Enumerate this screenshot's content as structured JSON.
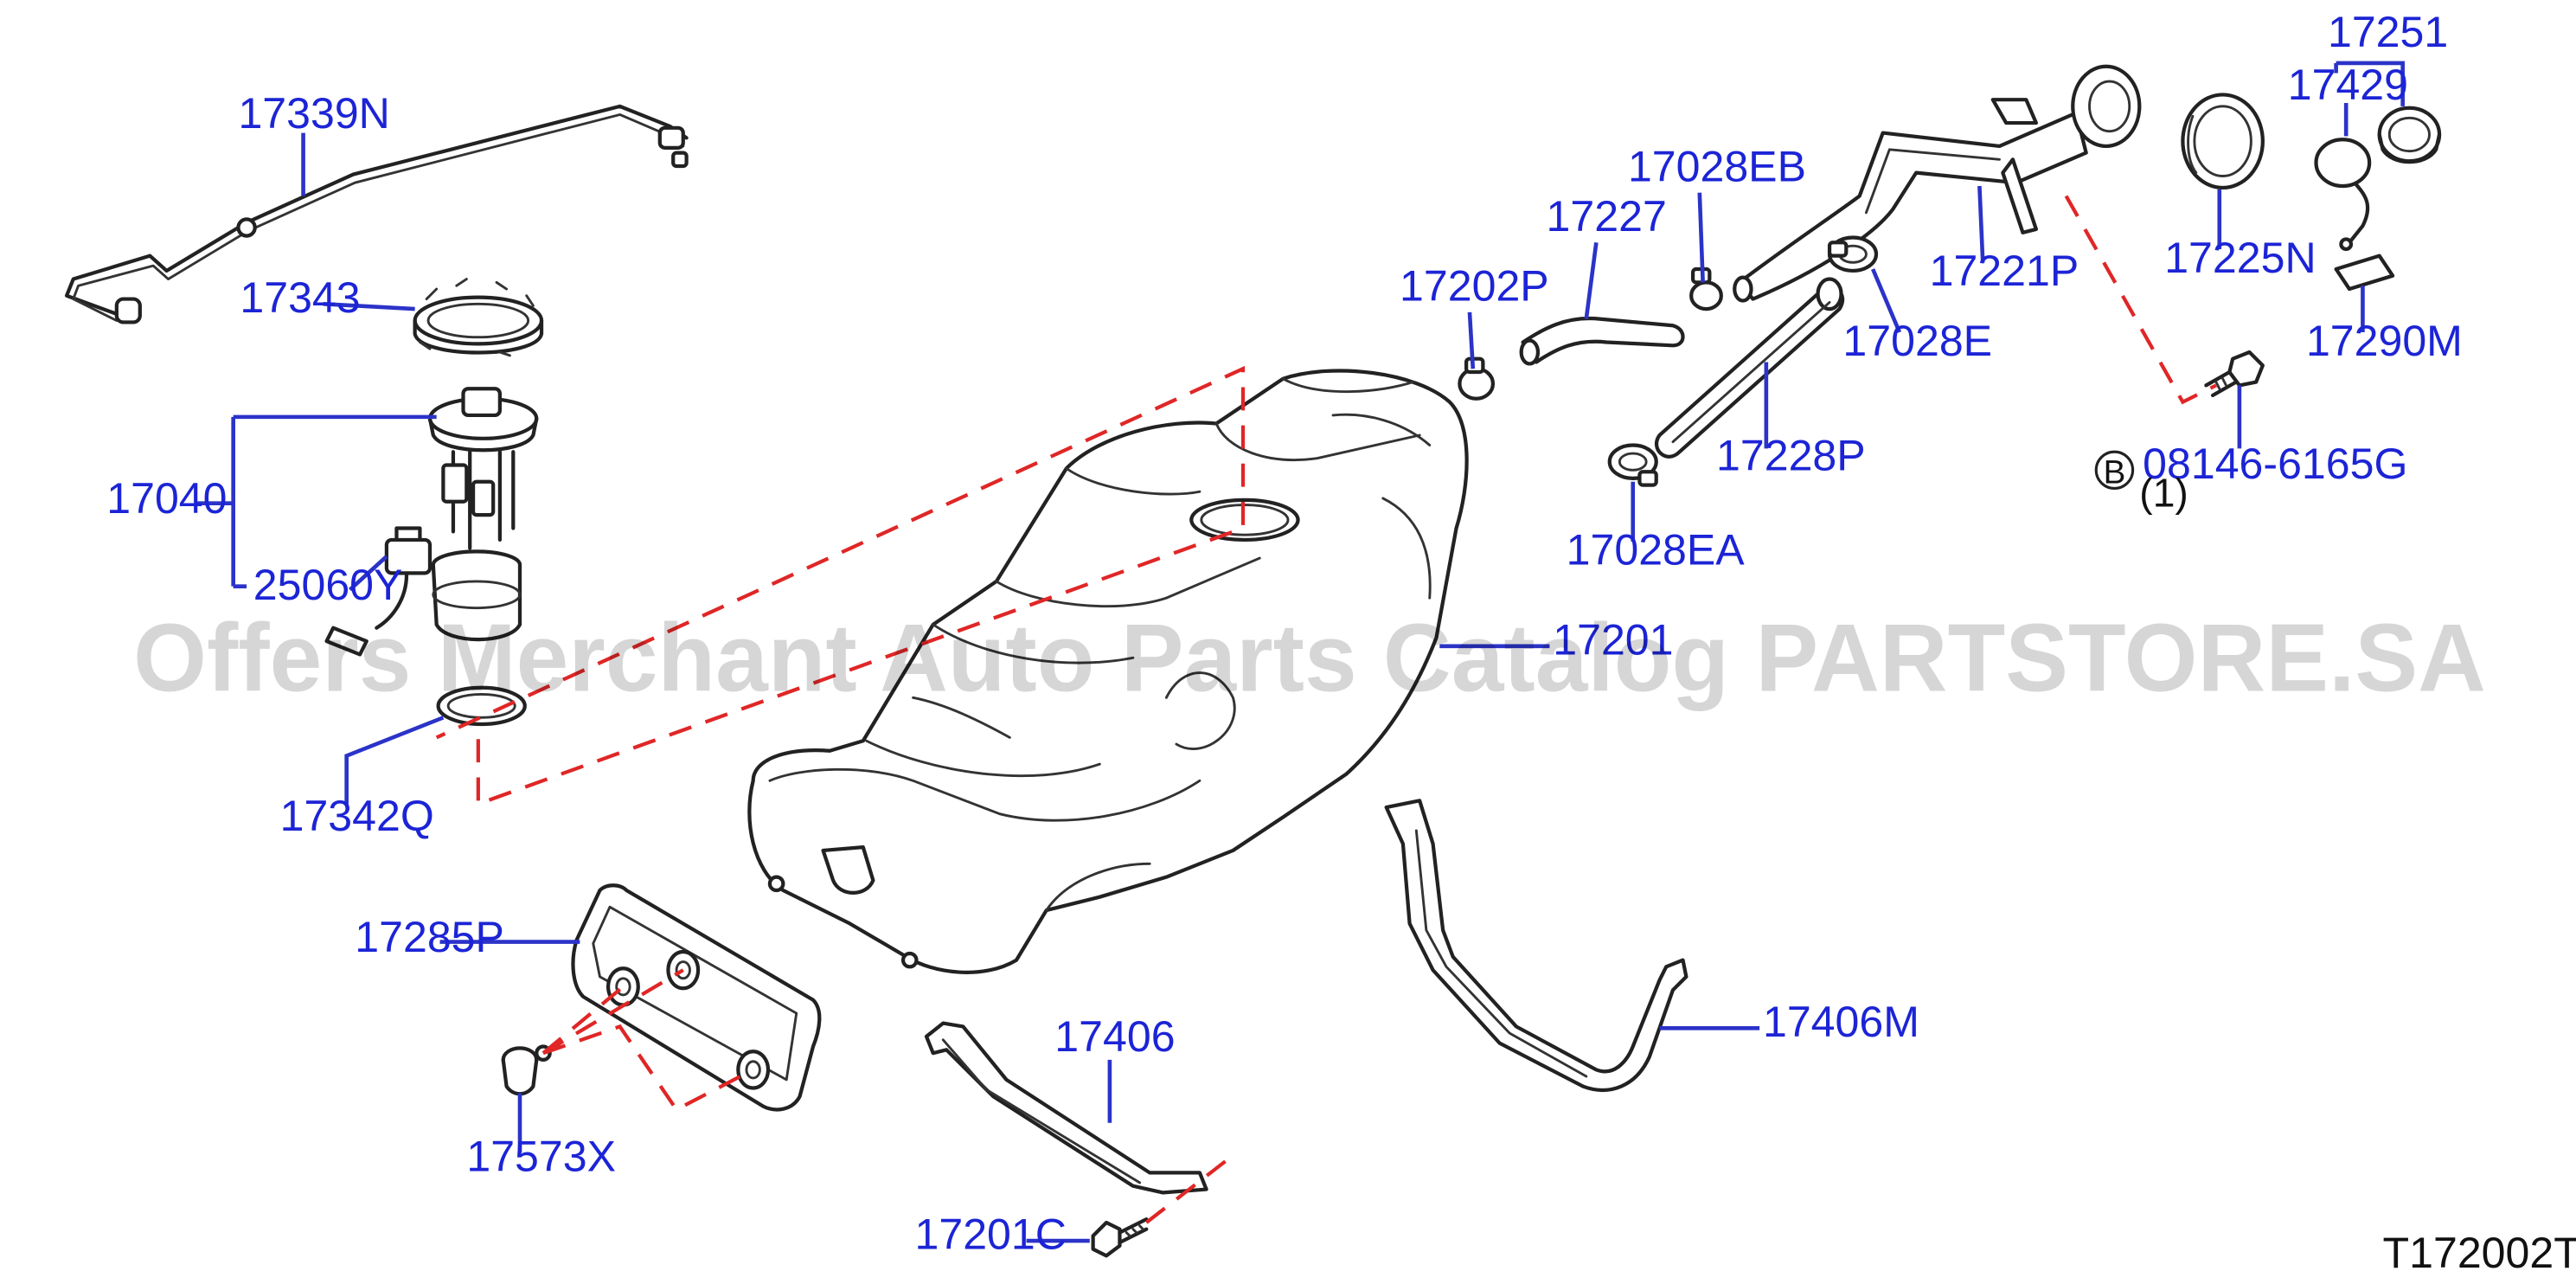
{
  "diagram_code": "T172002T",
  "watermark": "Offers Merchant Auto Parts Catalog PARTSTORE.SA",
  "bolt_symbol": "B",
  "parts": [
    {
      "id": "p17339N",
      "number": "17339N"
    },
    {
      "id": "p17343",
      "number": "17343"
    },
    {
      "id": "p17040",
      "number": "17040"
    },
    {
      "id": "p25060Y",
      "number": "25060Y"
    },
    {
      "id": "p17342Q",
      "number": "17342Q"
    },
    {
      "id": "p17285P",
      "number": "17285P"
    },
    {
      "id": "p17573X",
      "number": "17573X"
    },
    {
      "id": "p17406",
      "number": "17406"
    },
    {
      "id": "p17201C",
      "number": "17201C"
    },
    {
      "id": "p17406M",
      "number": "17406M"
    },
    {
      "id": "p17201",
      "number": "17201"
    },
    {
      "id": "p17202P",
      "number": "17202P"
    },
    {
      "id": "p17227",
      "number": "17227"
    },
    {
      "id": "p17028EB",
      "number": "17028EB"
    },
    {
      "id": "p17028E",
      "number": "17028E"
    },
    {
      "id": "p17228P",
      "number": "17228P"
    },
    {
      "id": "p17028EA",
      "number": "17028EA"
    },
    {
      "id": "p17221P",
      "number": "17221P"
    },
    {
      "id": "p17225N",
      "number": "17225N"
    },
    {
      "id": "p17251",
      "number": "17251"
    },
    {
      "id": "p17429",
      "number": "17429"
    },
    {
      "id": "p17290M",
      "number": "17290M"
    },
    {
      "id": "p08146",
      "number": "08146-6165G",
      "quantity": "(1)"
    }
  ]
}
